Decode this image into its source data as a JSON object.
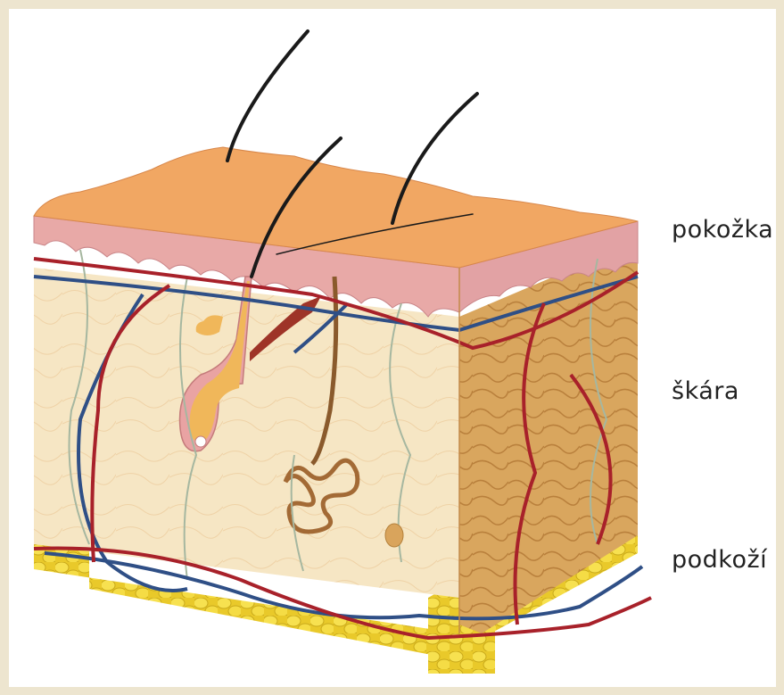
{
  "layers": {
    "epidermis": "pokožka",
    "dermis": "škára",
    "hypodermis": "podkoží"
  },
  "colors": {
    "background": "#ede5cf",
    "epidermis_top": "#f1a865",
    "epidermis_pink": "#e7aaa8",
    "dermis_front": "#f6e7c6",
    "dermis_side": "#d8a35c",
    "fat": "#f2d83a",
    "artery": "#a8212a",
    "vein": "#2f4f86",
    "hair": "#1a1a1a"
  }
}
